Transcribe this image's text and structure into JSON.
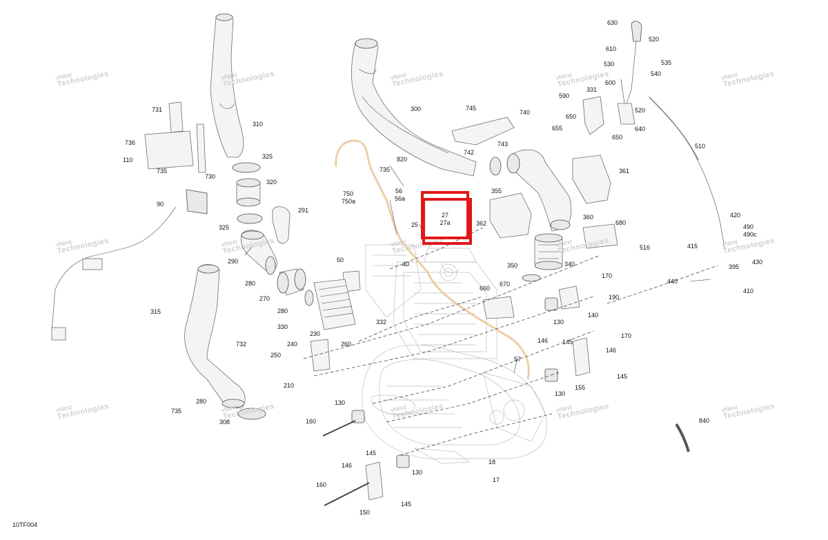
{
  "figure_code": "10TF004",
  "watermark": {
    "line1": "vNext",
    "line2": "Technologies"
  },
  "highlight_labels": [
    "27",
    "27a"
  ],
  "part_labels": [
    "630",
    "520",
    "610",
    "535",
    "530",
    "540",
    "600",
    "331",
    "590",
    "520",
    "650",
    "655",
    "640",
    "650",
    "510",
    "745",
    "740",
    "742",
    "743",
    "820",
    "735",
    "300",
    "355",
    "361",
    "360",
    "362",
    "731",
    "736",
    "110",
    "735",
    "730",
    "310",
    "325",
    "320",
    "90",
    "325",
    "291",
    "750",
    "750a",
    "56",
    "56a",
    "25",
    "680",
    "516",
    "290",
    "280",
    "270",
    "280",
    "330",
    "50",
    "40",
    "332",
    "350",
    "340",
    "170",
    "660",
    "670",
    "190",
    "140",
    "130",
    "415",
    "395",
    "430",
    "440",
    "410",
    "420",
    "490",
    "490c",
    "315",
    "732",
    "240",
    "250",
    "230",
    "260",
    "210",
    "146",
    "145",
    "170",
    "146",
    "57",
    "130",
    "155",
    "145",
    "735",
    "280",
    "308",
    "130",
    "160",
    "840",
    "145",
    "146",
    "130",
    "160",
    "150",
    "145",
    "18",
    "17"
  ]
}
